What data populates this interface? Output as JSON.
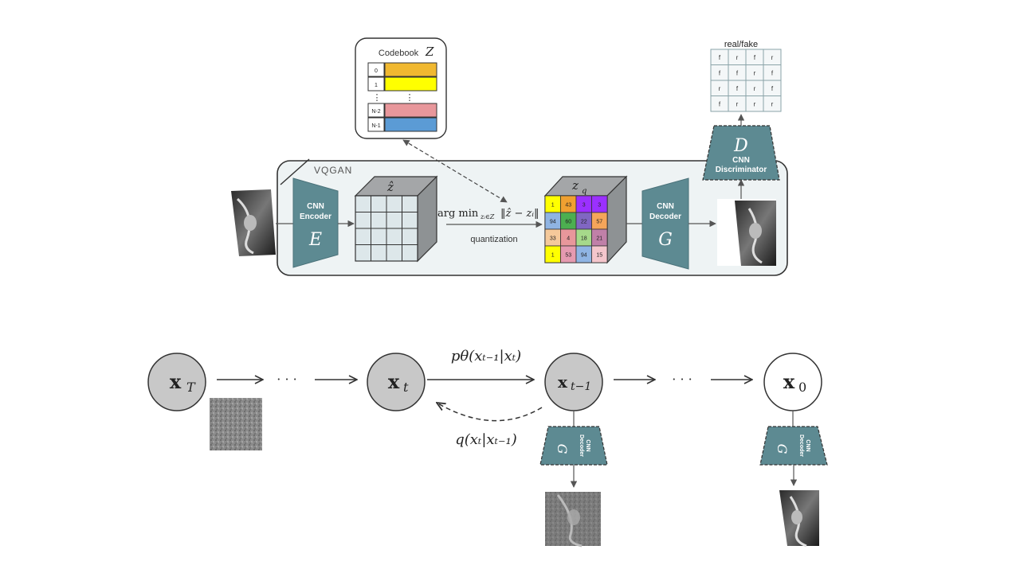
{
  "vqgan": {
    "title": "VQGAN",
    "encoder": {
      "line1": "CNN",
      "line2": "Encoder",
      "symbol": "E"
    },
    "decoder": {
      "line1": "CNN",
      "line2": "Decoder",
      "symbol": "G"
    },
    "discriminator": {
      "line1": "CNN",
      "line2": "Discriminator",
      "symbol": "D"
    },
    "z_hat_label": "ẑ",
    "zq_label": "z",
    "zq_subscript": "q",
    "argmin_text": "arg min",
    "argmin_subscript": "zᵢ∈Z",
    "norm_text": "‖ẑ − zᵢ‖",
    "quantization_label": "quantization",
    "codebook": {
      "title": "Codebook",
      "title_symbol": "Z",
      "rows": [
        {
          "index": "0",
          "color": "#f0b830"
        },
        {
          "index": "1",
          "color": "#ffff00"
        },
        {
          "index": "N-2",
          "color": "#e8979b"
        },
        {
          "index": "N-1",
          "color": "#5b9bd5"
        }
      ],
      "ellipsis": "⋮"
    },
    "realfake": {
      "title": "real/fake",
      "grid": [
        [
          "f",
          "r",
          "f",
          "r"
        ],
        [
          "f",
          "f",
          "r",
          "f"
        ],
        [
          "r",
          "f",
          "r",
          "f"
        ],
        [
          "f",
          "r",
          "r",
          "r"
        ]
      ]
    },
    "quantized_grid": [
      [
        {
          "v": "1",
          "c": "#ffff00"
        },
        {
          "v": "43",
          "c": "#f0a030"
        },
        {
          "v": "3",
          "c": "#9b30ff"
        },
        {
          "v": "3",
          "c": "#9b30ff"
        }
      ],
      [
        {
          "v": "94",
          "c": "#8fb4e3"
        },
        {
          "v": "60",
          "c": "#4caf50"
        },
        {
          "v": "22",
          "c": "#8066c2"
        },
        {
          "v": "57",
          "c": "#f5a55a"
        }
      ],
      [
        {
          "v": "33",
          "c": "#f5c99a"
        },
        {
          "v": "4",
          "c": "#e8979b"
        },
        {
          "v": "18",
          "c": "#a6d98a"
        },
        {
          "v": "21",
          "c": "#c080a8"
        }
      ],
      [
        {
          "v": "1",
          "c": "#ffff00"
        },
        {
          "v": "53",
          "c": "#e59ab0"
        },
        {
          "v": "94",
          "c": "#8fb4e3"
        },
        {
          "v": "15",
          "c": "#f4c6cc"
        }
      ]
    ]
  },
  "diffusion": {
    "nodes": [
      {
        "main": "x",
        "sub": "T"
      },
      {
        "main": "x",
        "sub": "t"
      },
      {
        "main": "x",
        "sub": "t−1"
      },
      {
        "main": "x",
        "sub": "0"
      }
    ],
    "dots": "· · ·",
    "reverse_label": "pθ(xₜ₋₁|xₜ)",
    "forward_label": "q(xₜ|xₜ₋₁)",
    "small_decoder": {
      "line1": "CNN",
      "line2": "Decoder",
      "symbol": "G"
    }
  }
}
